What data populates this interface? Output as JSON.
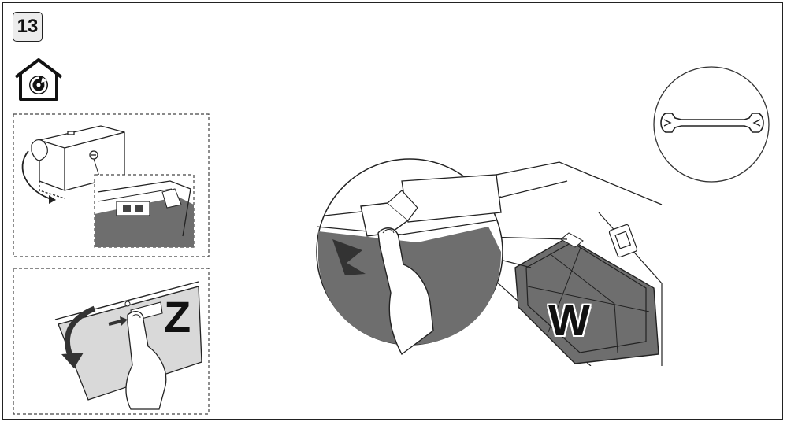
{
  "step": {
    "number": "13"
  },
  "icons": {
    "mode": "recirculation-mode-icon",
    "tool": "wrench-icon"
  },
  "labels": {
    "z": "Z",
    "w": "W"
  },
  "colors": {
    "line": "#222222",
    "filter_gray": "#6e6e6e",
    "panel_gray": "#d9d9d9",
    "arrow_dark": "#3a3a3a"
  }
}
